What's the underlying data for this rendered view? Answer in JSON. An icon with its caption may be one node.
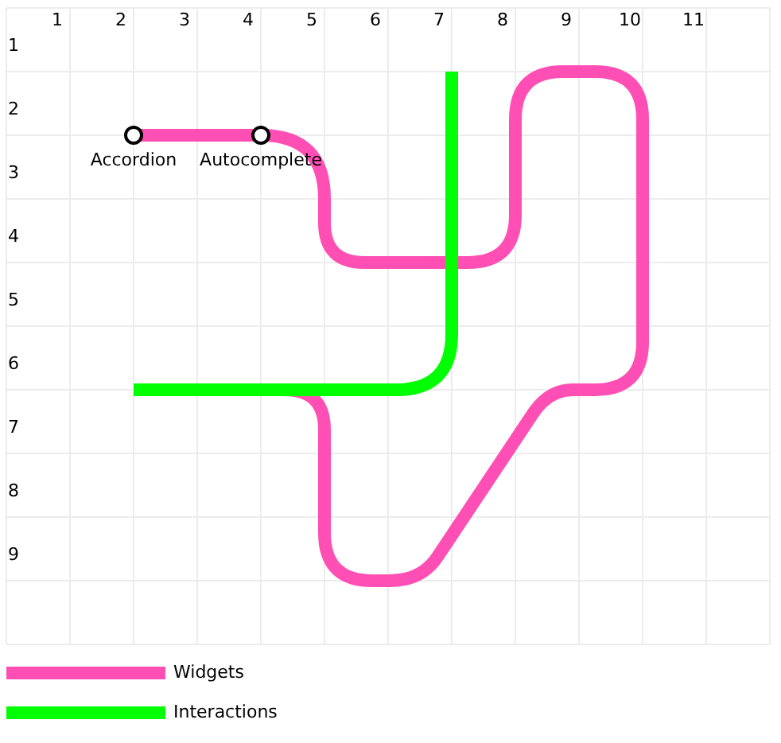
{
  "diagram": {
    "nodes": [
      {
        "text": [
          "Accordion"
        ]
      },
      {
        "text": [
          "Autocomplete"
        ]
      }
    ],
    "edges": [
      {
        "from": 0,
        "to": 1,
        "arrow": "none"
      },
      {
        "from": 1,
        "to": null,
        "arrow": "none"
      }
    ],
    "labels": [
      "1",
      "2",
      "3",
      "4",
      "5",
      "6",
      "7",
      "8",
      "9",
      "10",
      "11",
      "1",
      "2",
      "3",
      "4",
      "5",
      "6",
      "7",
      "8",
      "9"
    ],
    "legend": [
      {
        "text": "Widgets",
        "color": "#ff4fb4"
      },
      {
        "text": "Interactions",
        "color": "#00ff00"
      }
    ]
  }
}
